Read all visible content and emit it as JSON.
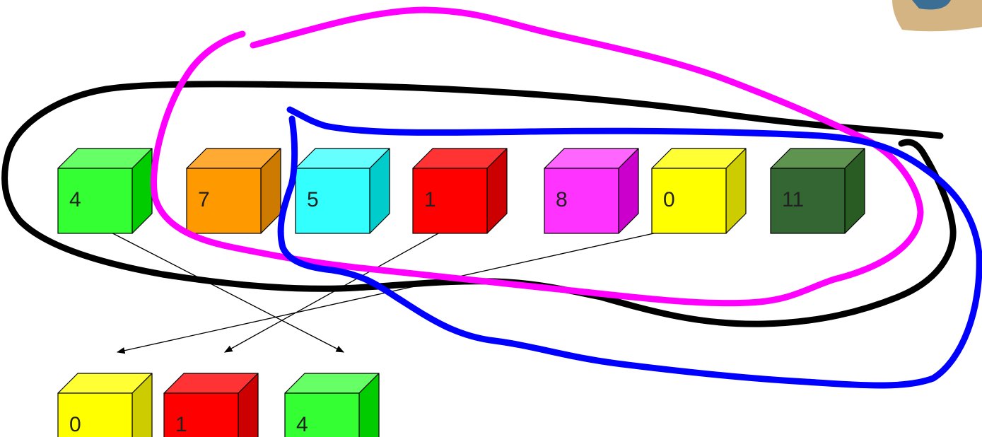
{
  "top_row": [
    {
      "label": "4",
      "front": "#33ff33",
      "top": "#66ff66",
      "side": "#00cc00"
    },
    {
      "label": "7",
      "front": "#ff9900",
      "top": "#ffaa33",
      "side": "#cc7a00"
    },
    {
      "label": "5",
      "front": "#33ffff",
      "top": "#66ffff",
      "side": "#00cccc"
    },
    {
      "label": "1",
      "front": "#ff0000",
      "top": "#ff3333",
      "side": "#cc0000"
    },
    {
      "label": "8",
      "front": "#ff33ff",
      "top": "#ff66ff",
      "side": "#cc00cc"
    },
    {
      "label": "0",
      "front": "#ffff00",
      "top": "#ffff33",
      "side": "#cccc00"
    },
    {
      "label": "11",
      "front": "#336633",
      "top": "#5e9450",
      "side": "#295c22"
    }
  ],
  "bottom_row": [
    {
      "label": "0",
      "front": "#ffff00",
      "top": "#ffff33",
      "side": "#cccc00"
    },
    {
      "label": "1",
      "front": "#ff0000",
      "top": "#ff3333",
      "side": "#cc0000"
    },
    {
      "label": "4",
      "front": "#33ff33",
      "top": "#66ff66",
      "side": "#00cc00"
    }
  ],
  "arrows": [
    {
      "from_label": "4",
      "to_label": "4"
    },
    {
      "from_label": "1",
      "to_label": "1"
    },
    {
      "from_label": "0",
      "to_label": "0"
    }
  ],
  "loops": [
    {
      "name": "black-loop",
      "color": "#000000"
    },
    {
      "name": "magenta-loop",
      "color": "#ff00ff"
    },
    {
      "name": "blue-loop",
      "color": "#0000ff"
    }
  ]
}
